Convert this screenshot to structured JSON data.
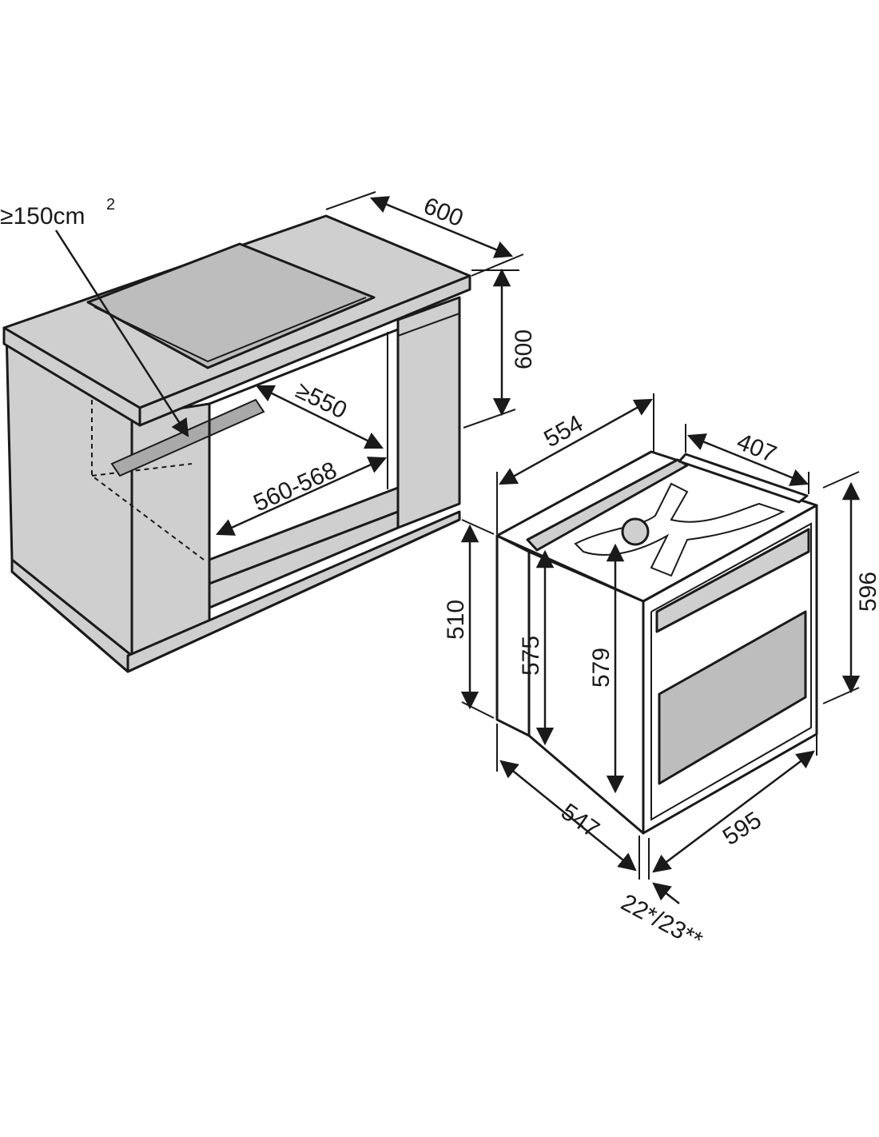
{
  "figure": {
    "labels": {
      "vent_area": "≥150cm",
      "vent_area_sup": "2",
      "cabinet_depth": "600",
      "cabinet_height": "600",
      "niche_depth": "≥550",
      "niche_width": "560-568",
      "oven_top_depth": "554",
      "oven_rear_width": "407",
      "oven_side_height": "510",
      "oven_inner_height": "575",
      "oven_front_height": "579",
      "oven_total_height": "596",
      "oven_depth": "547",
      "oven_width": "595",
      "front_thickness": "22*/23**"
    }
  }
}
